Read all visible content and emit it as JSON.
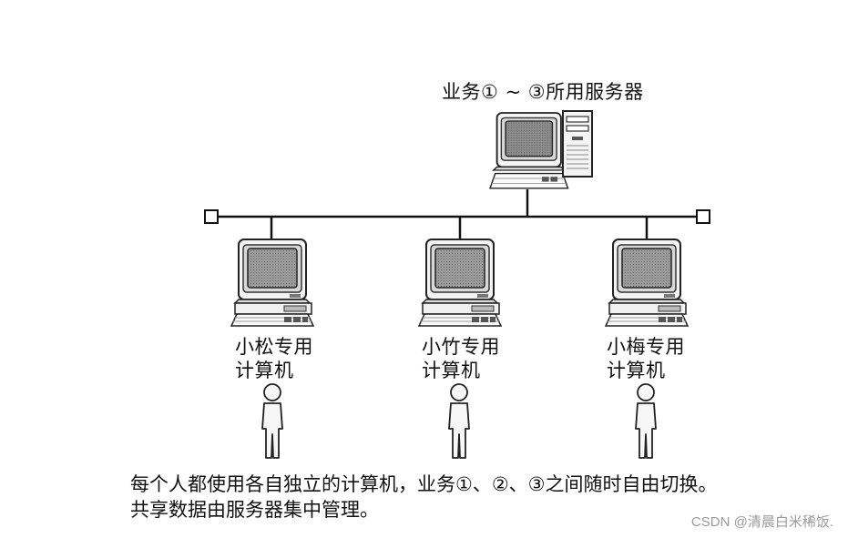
{
  "server": {
    "label": "业务① ~ ③所用服务器"
  },
  "computers": [
    {
      "name_line1": "小松专用",
      "name_line2": "计算机"
    },
    {
      "name_line1": "小竹专用",
      "name_line2": "计算机"
    },
    {
      "name_line1": "小梅专用",
      "name_line2": "计算机"
    }
  ],
  "caption": {
    "line1": "每个人都使用各自独立的计算机，业务①、②、③之间随时自由切换。",
    "line2": "共享数据由服务器集中管理。"
  },
  "watermark": "CSDN @清晨白米稀饭."
}
